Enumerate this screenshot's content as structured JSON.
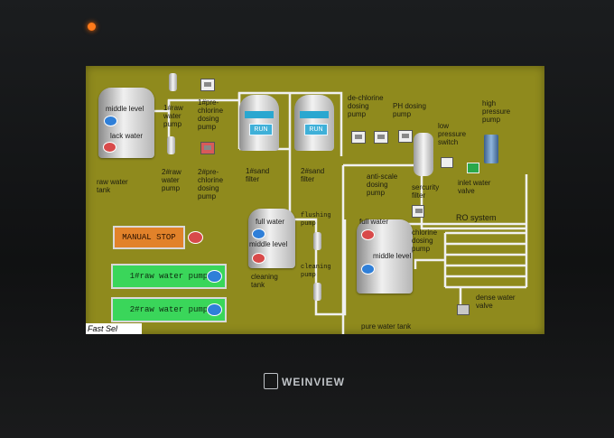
{
  "brand": {
    "name": "WEINVIEW"
  },
  "buttons": {
    "manual_stop": "MANUAL STOP",
    "pump1": "1#raw water pump",
    "pump2": "2#raw water pump",
    "fast_sel": "Fast Sel"
  },
  "labels": {
    "raw_water_tank": "raw water\ntank",
    "middle_level_1": "middle level",
    "lack_water": "lack water",
    "raw_pump_1": "1#raw\nwater\npump",
    "raw_pump_2": "2#raw\nwater\npump",
    "prechlorine_1": "1#pre-\nchlorine\ndosing\npump",
    "prechlorine_2": "2#pre-\nchlorine\ndosing\npump",
    "sand_filter_1": "1#sand\nfilter",
    "sand_filter_2": "2#sand\nfilter",
    "run1": "RUN",
    "run2": "RUN",
    "dechlorine": "de-chlorine\ndosing\npump",
    "ph_dosing": "PH dosing\npump",
    "low_pressure": "low\npressure\nswitch",
    "high_pressure": "high\npressure\npump",
    "anti_scale": "anti-scale\ndosing\npump",
    "security_filter": "sercurity\nfilter",
    "inlet_water_valve": "inlet water\nvalve",
    "full_water_cleaning": "full water",
    "middle_level_cleaning": "middle level",
    "cleaning_tank": "cleaning\ntank",
    "flushing_pump": "flushing\npump",
    "cleaning_pump": "cleaning\npump",
    "full_water_pure": "full water",
    "middle_level_pure": "middle level",
    "pure_water_tank": "pure water tank",
    "chlorine_dosing": "chlorine\ndosing\npump",
    "ro_system": "RO system",
    "dense_water_valve": "dense water\nvalve"
  },
  "colors": {
    "screen_bg": "#8f8a1d",
    "pipe": "#f0f0f0",
    "status_blue": "#2f7fd8",
    "status_red": "#d84a4a",
    "button_green": "#3ad65a",
    "button_orange": "#e2822a"
  },
  "icons": [
    "power-led-icon",
    "level-indicator-icon",
    "pump-icon",
    "dosing-pump-icon",
    "valve-icon",
    "weinview-logo-icon"
  ]
}
